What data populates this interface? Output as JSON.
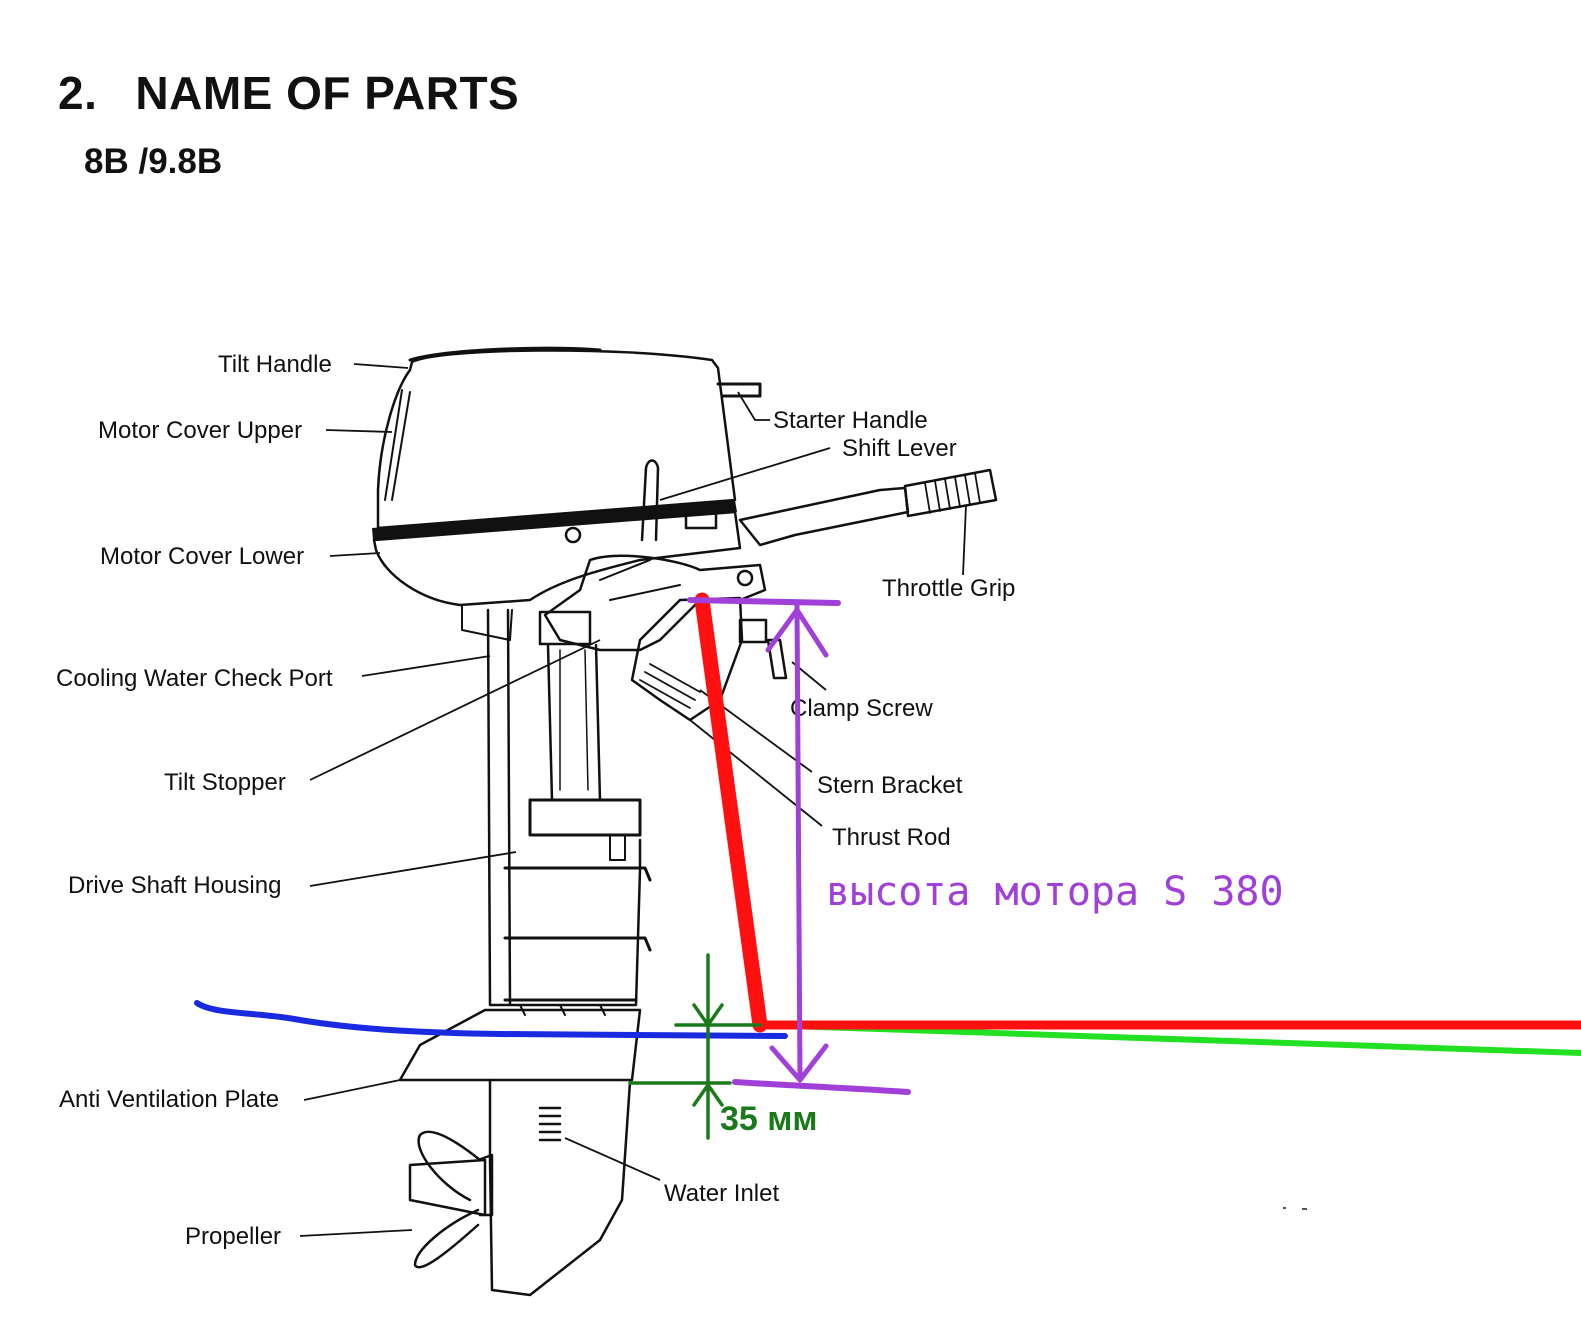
{
  "header": {
    "section_number": "2.",
    "title": "NAME OF PARTS",
    "model": "8B /9.8B"
  },
  "parts": {
    "tilt_handle": "Tilt Handle",
    "motor_cover_upper": "Motor Cover Upper",
    "starter_handle": "Starter Handle",
    "shift_lever": "Shift Lever",
    "motor_cover_lower": "Motor Cover Lower",
    "throttle_grip": "Throttle Grip",
    "cooling_water_check_port": "Cooling Water Check Port",
    "clamp_screw": "Clamp Screw",
    "tilt_stopper": "Tilt Stopper",
    "stern_bracket": "Stern Bracket",
    "thrust_rod": "Thrust Rod",
    "drive_shaft_housing": "Drive Shaft Housing",
    "anti_ventilation_plate": "Anti Ventilation Plate",
    "water_inlet": "Water Inlet",
    "propeller": "Propeller"
  },
  "annotations": {
    "motor_height": "высота мотора S 380",
    "depth": "35 мм"
  },
  "colors": {
    "transom": "#ff1010",
    "height_marker": "#a040d8",
    "waterline": "#1a2ae0",
    "hull_line": "#22e022",
    "depth_marker": "#1a7a1a",
    "line_art": "#111111"
  }
}
